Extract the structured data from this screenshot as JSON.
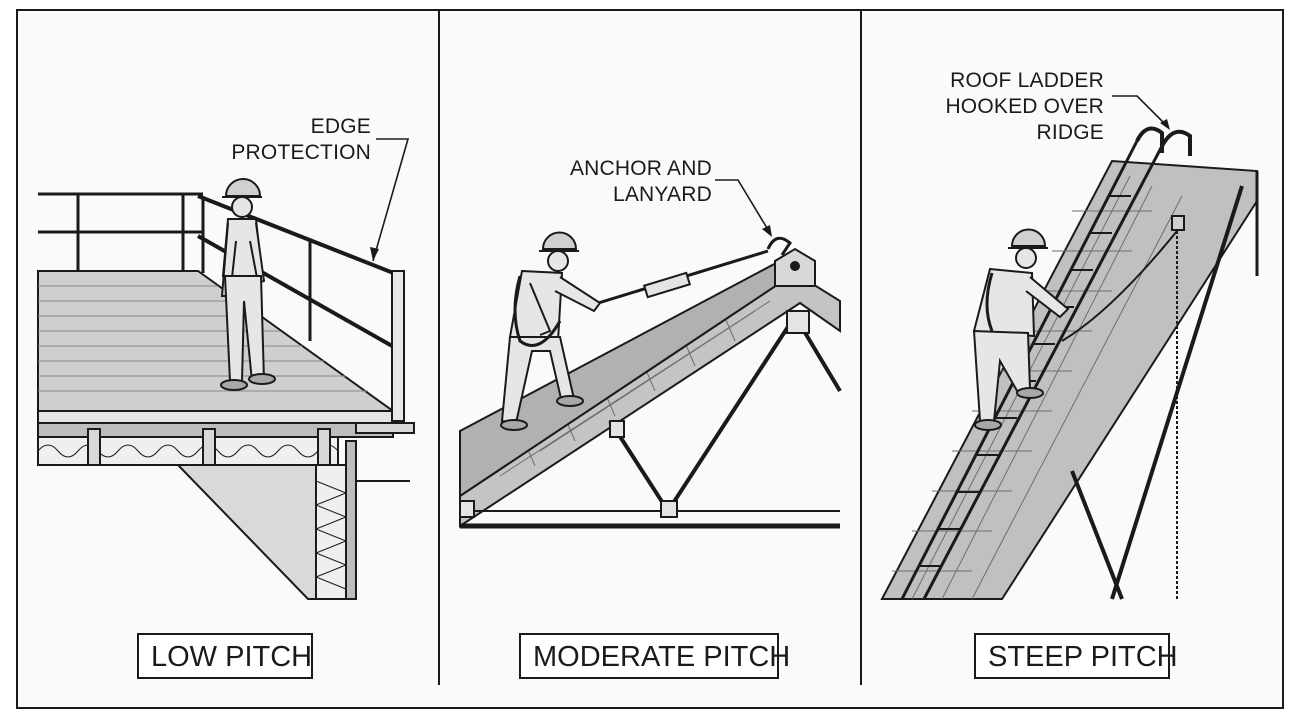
{
  "panels": [
    {
      "title": "LOW PITCH",
      "callout": [
        "EDGE",
        "PROTECTION"
      ]
    },
    {
      "title": "MODERATE PITCH",
      "callout": [
        "ANCHOR AND",
        "LANYARD"
      ]
    },
    {
      "title": "STEEP PITCH",
      "callout": [
        "ROOF LADDER",
        "HOOKED OVER RIDGE"
      ]
    }
  ],
  "colors": {
    "ink": "#1a1a1a",
    "fill_light": "#e4e4e4",
    "fill_mid": "#c9c9c9",
    "fill_dark": "#a8a8a8"
  }
}
